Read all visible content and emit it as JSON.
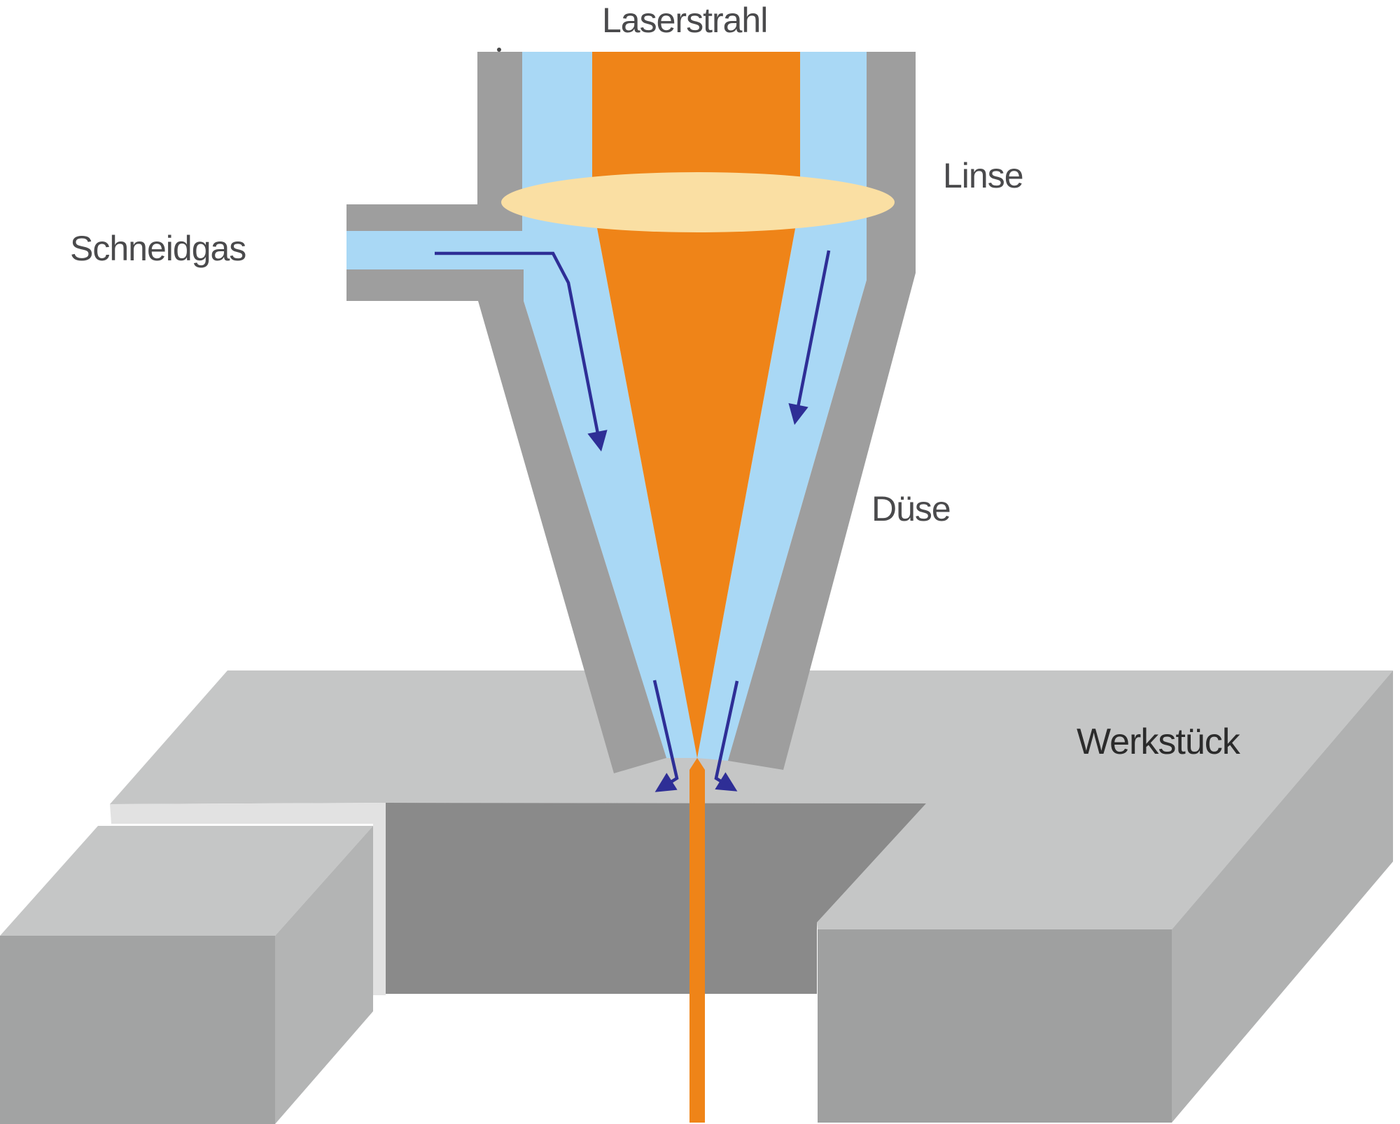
{
  "labels": {
    "laserstrahl": "Laserstrahl",
    "linse": "Linse",
    "schneidgas": "Schneidgas",
    "duese": "Düse",
    "werkstueck": "Werkstück"
  },
  "colors": {
    "laser_orange": "#ef8418",
    "gas_blue": "#a9d8f5",
    "wall_gray": "#9e9e9e",
    "lens_cream": "#fadfa3",
    "arrow_navy": "#2e2e96",
    "slab_top": "#c5c6c6",
    "slab_front": "#9fa0a0",
    "slab_right": "#b0b1b1",
    "notch_dark": "#8a8a8a",
    "kerf_highlight": "#e2e2e2",
    "piece_front": "#a2a3a3",
    "piece_right": "#b3b4b4",
    "label_text": "#4a4a4c",
    "werkstueck_text": "#2b2b2b",
    "background": "#ffffff"
  }
}
